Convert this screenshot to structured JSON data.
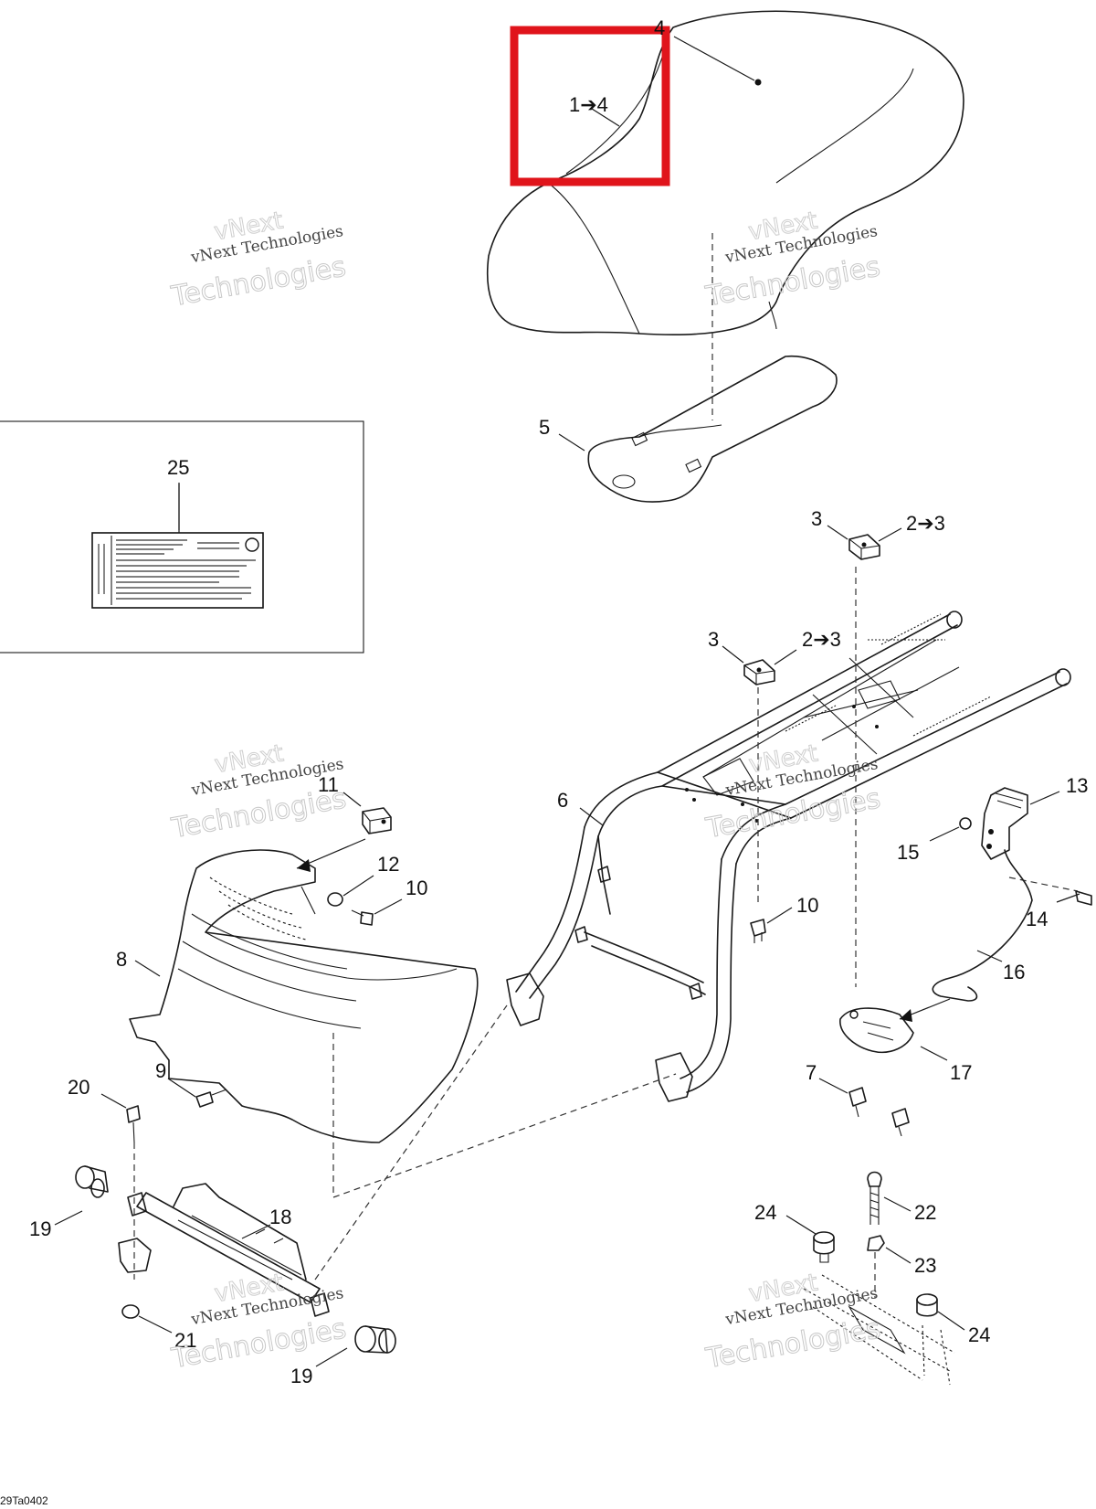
{
  "callouts": {
    "c1to4": "1➔4",
    "c4": "4",
    "c5": "5",
    "c25": "25",
    "c3a": "3",
    "c2to3a": "2➔3",
    "c3b": "3",
    "c2to3b": "2➔3",
    "c6": "6",
    "c11": "11",
    "c12": "12",
    "c10a": "10",
    "c10b": "10",
    "c13": "13",
    "c15": "15",
    "c14": "14",
    "c16": "16",
    "c8": "8",
    "c9": "9",
    "c7": "7",
    "c17": "17",
    "c20": "20",
    "c19a": "19",
    "c18": "18",
    "c19b": "19",
    "c21": "21",
    "c24a": "24",
    "c22": "22",
    "c23": "23",
    "c24b": "24"
  },
  "watermark": {
    "line1": "vNext Technologies",
    "line2": "vNext",
    "line3": "Technologies"
  },
  "drawing_code": "29Ta0402",
  "highlight_color": "#e0141b"
}
